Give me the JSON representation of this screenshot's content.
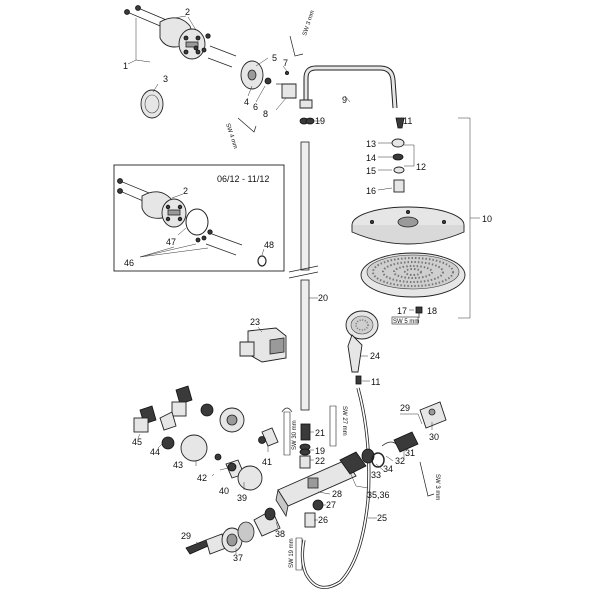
{
  "inset_label": "06/12 - 11/12",
  "callouts": {
    "c1": "1",
    "c2": "2",
    "c3": "3",
    "c4": "4",
    "c5": "5",
    "c6": "6",
    "c7": "7",
    "c8": "8",
    "c9": "9",
    "c10": "10",
    "c11a": "11",
    "c11b": "11",
    "c12": "12",
    "c13": "13",
    "c14": "14",
    "c15": "15",
    "c16": "16",
    "c17": "17",
    "c18": "18",
    "c19a": "19",
    "c19b": "19",
    "c20": "20",
    "c21": "21",
    "c22": "22",
    "c23": "23",
    "c24": "24",
    "c25": "25",
    "c26": "26",
    "c27": "27",
    "c28": "28",
    "c29a": "29",
    "c29b": "29",
    "c30": "30",
    "c31": "31",
    "c32": "32",
    "c33": "33",
    "c34": "34",
    "c3536": "35,36",
    "c37": "37",
    "c38": "38",
    "c39": "39",
    "c40": "40",
    "c41": "41",
    "c42": "42",
    "c43": "43",
    "c44": "44",
    "c45": "45",
    "c46": "46",
    "c47": "47",
    "c48": "48",
    "c2b": "2"
  },
  "wrench_labels": {
    "sw3a": "SW 3 mm",
    "sw4": "SW 4 mm",
    "sw5": "SW 5 mm",
    "sw30": "SW 30 mm",
    "sw27": "SW 27 mm",
    "sw19": "SW 19 mm",
    "sw3b": "SW 3 mm"
  }
}
